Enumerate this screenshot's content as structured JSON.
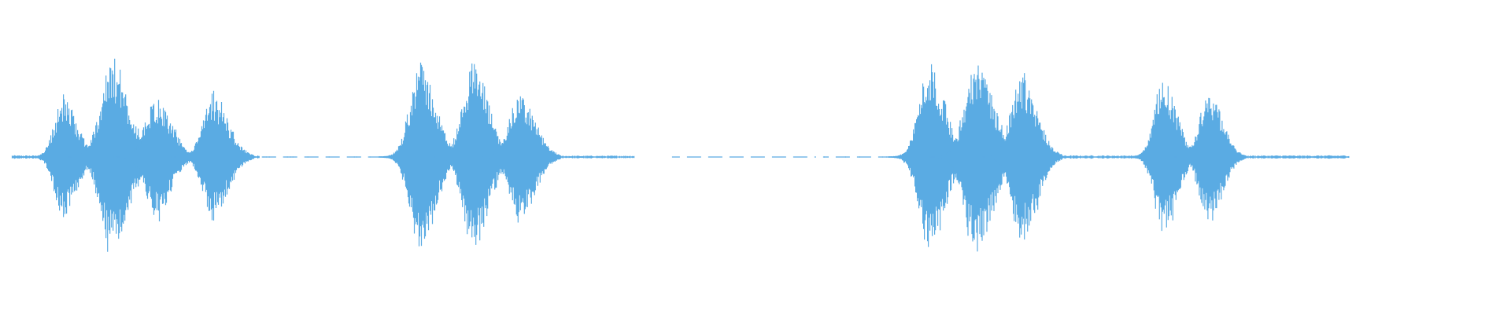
{
  "waveform": {
    "color": "#5aabe3",
    "background": "#ffffff",
    "duration": 1.0,
    "peak": 1.0,
    "bursts": [
      {
        "center": 0.042,
        "amplitude": 0.62,
        "width": 0.0075
      },
      {
        "center": 0.074,
        "amplitude": 0.98,
        "width": 0.0095
      },
      {
        "center": 0.103,
        "amplitude": 0.62,
        "width": 0.0085
      },
      {
        "center": 0.141,
        "amplitude": 0.62,
        "width": 0.0085
      },
      {
        "center": 0.278,
        "amplitude": 1.0,
        "width": 0.0085
      },
      {
        "center": 0.313,
        "amplitude": 1.0,
        "width": 0.0085
      },
      {
        "center": 0.344,
        "amplitude": 0.66,
        "width": 0.0085
      },
      {
        "center": 0.615,
        "amplitude": 1.0,
        "width": 0.0085
      },
      {
        "center": 0.646,
        "amplitude": 1.0,
        "width": 0.0095
      },
      {
        "center": 0.676,
        "amplitude": 0.88,
        "width": 0.0085
      },
      {
        "center": 0.77,
        "amplitude": 0.8,
        "width": 0.0075
      },
      {
        "center": 0.8,
        "amplitude": 0.7,
        "width": 0.0075
      }
    ],
    "noise_segments": [
      {
        "start": 0.008,
        "end": 0.172,
        "level": 0.012
      },
      {
        "start": 0.172,
        "end": 0.255,
        "level": 0.004,
        "dashed": true
      },
      {
        "start": 0.265,
        "end": 0.42,
        "level": 0.01
      },
      {
        "start": 0.445,
        "end": 0.54,
        "level": 0.003,
        "dashed": true
      },
      {
        "start": 0.545,
        "end": 0.6,
        "level": 0.004,
        "dashed": true
      },
      {
        "start": 0.6,
        "end": 0.893,
        "level": 0.012
      }
    ]
  }
}
